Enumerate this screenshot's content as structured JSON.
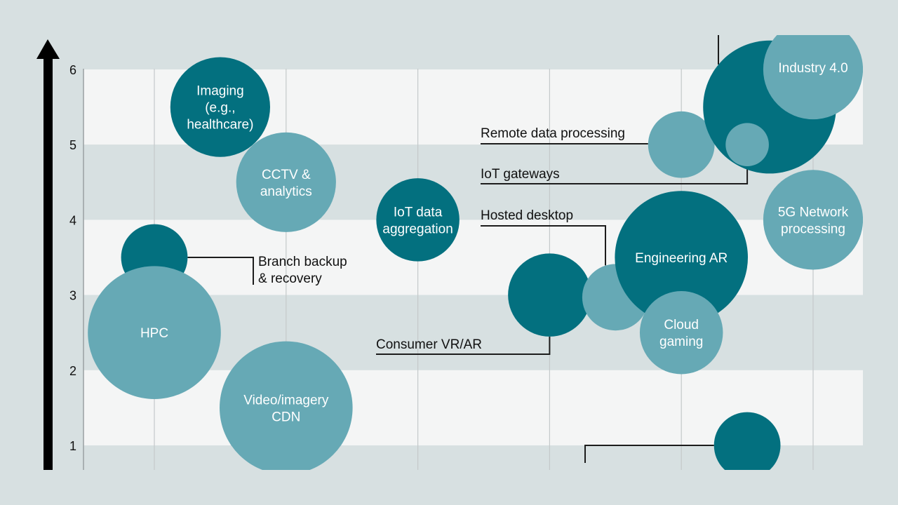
{
  "chart_data": {
    "type": "scatter",
    "subtype": "bubble",
    "title": "",
    "xlabel": "",
    "ylabel": "",
    "y_ticks": [
      "1",
      "2",
      "3",
      "4",
      "5",
      "6"
    ],
    "ylim": [
      0.7,
      6.5
    ],
    "xlim": [
      0.46,
      6.38
    ],
    "x_gridlines": [
      1,
      2,
      3,
      4,
      5,
      6
    ],
    "y_axis_arrow": true,
    "grid": true,
    "banding": "alternating horizontal bands (light/grey) per unit",
    "colors": {
      "dark": "#03707f",
      "light": "#66a9b5",
      "background": "#d7e0e1",
      "band_light": "#f4f5f5",
      "text_inside": "#ffffff",
      "text_outside": "#111111"
    },
    "bubbles": [
      {
        "label": [
          "Imaging",
          "(e.g.,",
          "healthcare)"
        ],
        "x": 1.5,
        "y": 5.5,
        "size": 3,
        "color": "dark",
        "label_pos": "inside"
      },
      {
        "label": [
          "CCTV &",
          "analytics"
        ],
        "x": 2,
        "y": 4.5,
        "size": 3,
        "color": "light",
        "label_pos": "inside"
      },
      {
        "label": [
          "Branch backup",
          "& recovery"
        ],
        "x": 1,
        "y": 3.5,
        "size": 2,
        "color": "dark",
        "label_pos": "outside-right"
      },
      {
        "label": [
          "HPC"
        ],
        "x": 1,
        "y": 2.5,
        "size": 4,
        "color": "light",
        "label_pos": "inside"
      },
      {
        "label": [
          "Video/imagery",
          "CDN"
        ],
        "x": 2,
        "y": 1.5,
        "size": 4,
        "color": "light",
        "label_pos": "inside"
      },
      {
        "label": [
          "IoT data",
          "aggregation"
        ],
        "x": 3,
        "y": 4,
        "size": 2.5,
        "color": "dark",
        "label_pos": "inside"
      },
      {
        "label": [
          "Consumer VR/AR"
        ],
        "x": 4,
        "y": 3,
        "size": 2.5,
        "color": "dark",
        "label_pos": "outside-below-left"
      },
      {
        "label": [
          "Hosted desktop"
        ],
        "x": 4.5,
        "y": 2.97,
        "size": 2,
        "color": "light",
        "label_pos": "outside-above-left"
      },
      {
        "label": [
          "Engineering AR"
        ],
        "x": 5,
        "y": 3.5,
        "size": 4,
        "color": "dark",
        "label_pos": "inside"
      },
      {
        "label": [
          "Cloud",
          "gaming"
        ],
        "x": 5,
        "y": 2.5,
        "size": 2.5,
        "color": "light",
        "label_pos": "inside"
      },
      {
        "label": [
          "Remote data processing"
        ],
        "x": 5,
        "y": 5,
        "size": 2,
        "color": "light",
        "label_pos": "outside-left"
      },
      {
        "label": [],
        "x": 5.67,
        "y": 5.5,
        "size": 4,
        "color": "dark",
        "label_pos": "cropped"
      },
      {
        "label": [
          "Industry 4.0"
        ],
        "x": 6,
        "y": 6,
        "size": 3,
        "color": "light",
        "label_pos": "inside"
      },
      {
        "label": [
          "IoT gateways"
        ],
        "x": 5.5,
        "y": 5,
        "size": 1.3,
        "color": "light",
        "label_pos": "outside-below-left"
      },
      {
        "label": [
          "5G Network",
          "processing"
        ],
        "x": 6,
        "y": 4,
        "size": 3,
        "color": "light",
        "label_pos": "inside"
      },
      {
        "label": [],
        "x": 5.5,
        "y": 1,
        "size": 2,
        "color": "dark",
        "label_pos": "cropped"
      }
    ]
  }
}
